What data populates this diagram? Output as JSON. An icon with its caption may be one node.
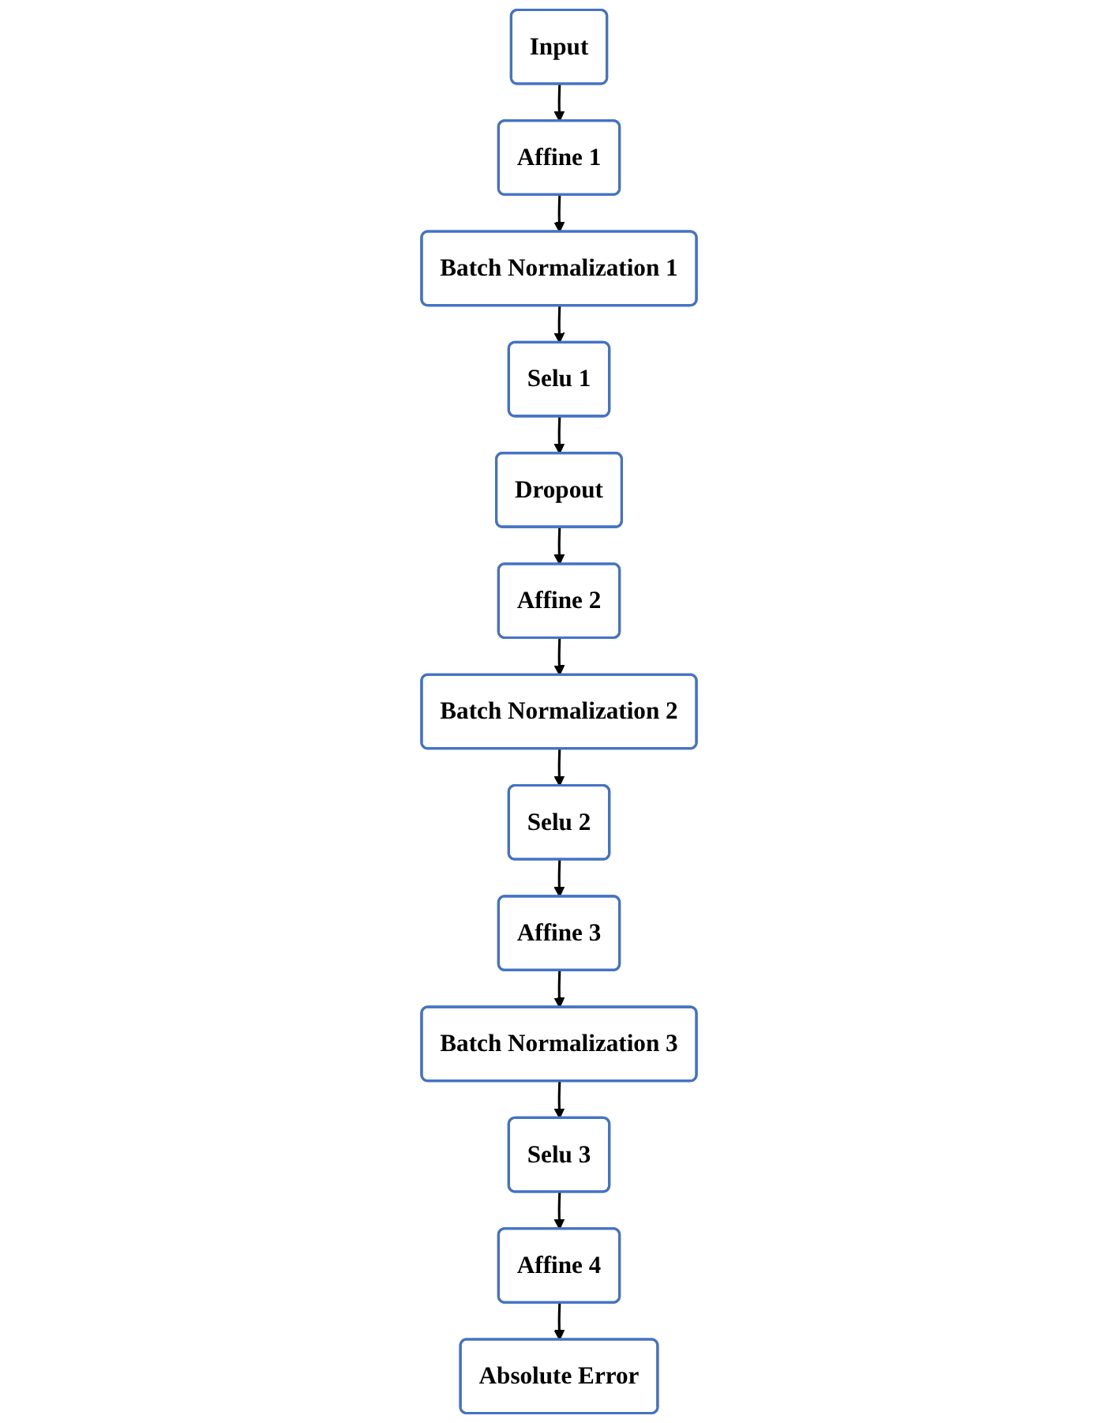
{
  "diagram": {
    "nodes": [
      {
        "text": [
          "Input"
        ]
      },
      {
        "text": [
          "Affine 1"
        ]
      },
      {
        "text": [
          "Batch Normalization 1"
        ]
      },
      {
        "text": [
          "Selu 1"
        ]
      },
      {
        "text": [
          "Dropout"
        ]
      },
      {
        "text": [
          "Affine 2"
        ]
      },
      {
        "text": [
          "Batch Normalization 2"
        ]
      },
      {
        "text": [
          "Selu 2"
        ]
      },
      {
        "text": [
          "Affine 3"
        ]
      },
      {
        "text": [
          "Batch Normalization 3"
        ]
      },
      {
        "text": [
          "Selu 3"
        ]
      },
      {
        "text": [
          "Affine 4"
        ]
      },
      {
        "text": [
          "Absolute Error"
        ]
      }
    ],
    "edges": [
      {
        "from": 0,
        "to": 1,
        "arrow": "to"
      },
      {
        "from": 1,
        "to": 2,
        "arrow": "to"
      },
      {
        "from": 2,
        "to": 3,
        "arrow": "to"
      },
      {
        "from": 3,
        "to": 4,
        "arrow": "to"
      },
      {
        "from": 4,
        "to": 5,
        "arrow": "to"
      },
      {
        "from": 5,
        "to": 6,
        "arrow": "to"
      },
      {
        "from": 6,
        "to": 7,
        "arrow": "to"
      },
      {
        "from": 7,
        "to": 8,
        "arrow": "to"
      },
      {
        "from": 8,
        "to": 9,
        "arrow": "to"
      },
      {
        "from": 9,
        "to": 10,
        "arrow": "to"
      },
      {
        "from": 10,
        "to": 11,
        "arrow": "to"
      },
      {
        "from": 11,
        "to": 12,
        "arrow": "to"
      }
    ]
  }
}
